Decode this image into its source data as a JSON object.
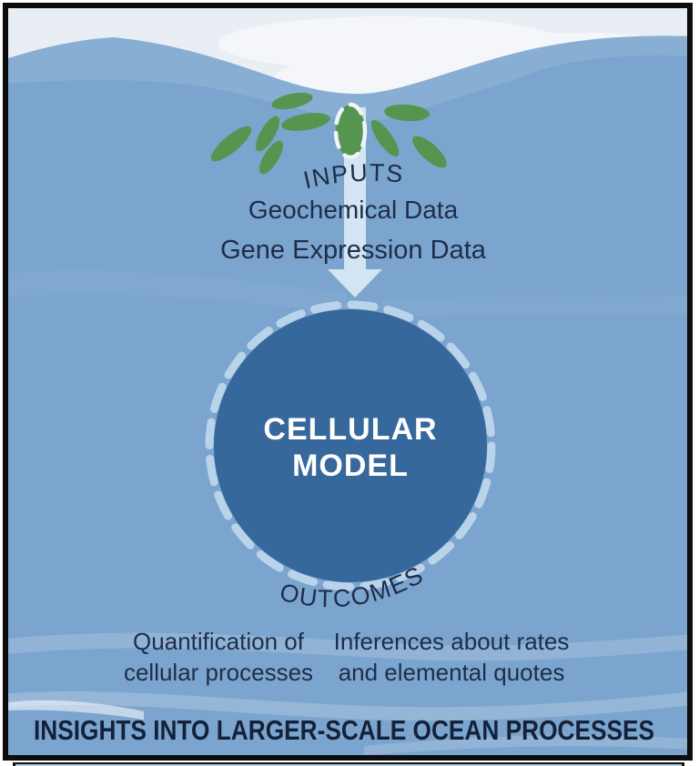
{
  "diagram": {
    "inputs": {
      "label": "INPUTS",
      "items": [
        "Geochemical Data",
        "Gene Expression Data"
      ]
    },
    "model": {
      "line1": "CELLULAR",
      "line2": "MODEL"
    },
    "outcomes": {
      "label": "OUTCOMES",
      "left": {
        "line1": "Quantification of",
        "line2": "cellular processes"
      },
      "right": {
        "line1": "Inferences about rates",
        "line2": "and elemental quotes"
      }
    },
    "headline": "INSIGHTS INTO LARGER-SCALE OCEAN PROCESSES"
  },
  "colors": {
    "sky": "#e9eef5",
    "water": "#7ba5ce",
    "model_circle": "#36689c",
    "dash_ring": "#b9d3ea",
    "arrow": "#d3e4f2",
    "cell_green": "#559550",
    "cell_outline": "#eef4f9",
    "text_navy": "#1e2d49",
    "headline_navy": "#142139",
    "panel_border": "#0d0d0d",
    "next_panel_fill": "#aecbe3"
  },
  "icons": {
    "phytoplankton": "phytoplankton-cell-icon",
    "arrow_down": "input-arrow-icon",
    "model_ring": "dashed-ring-icon"
  }
}
